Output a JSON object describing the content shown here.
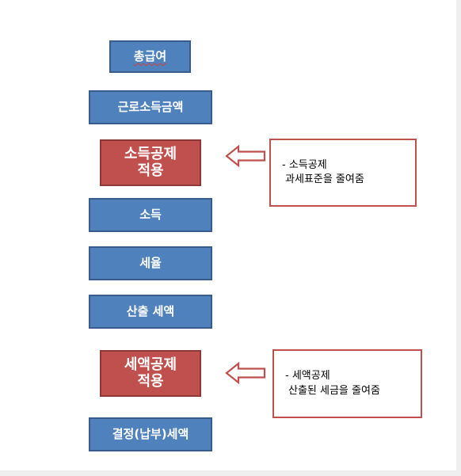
{
  "flow": {
    "gross_pay": "총급여",
    "earned_income": "근로소득금액",
    "income_deduction": "소득공제\n적용",
    "income": "소득",
    "tax_rate": "세율",
    "computed_tax": "산출 세액",
    "tax_credit": "세액공제\n적용",
    "final_tax": "결정(납부)세액"
  },
  "notes": {
    "income_deduction": {
      "line1": "- 소득공제",
      "line2": "과세표준을 줄여줌"
    },
    "tax_credit": {
      "line1": "- 세액공제",
      "line2": "산출된 세금을 줄여줌"
    }
  },
  "colors": {
    "step_fill": "#4f81bd",
    "step_border": "#385d8a",
    "highlight_fill": "#c0504d",
    "highlight_border": "#8c3836"
  }
}
